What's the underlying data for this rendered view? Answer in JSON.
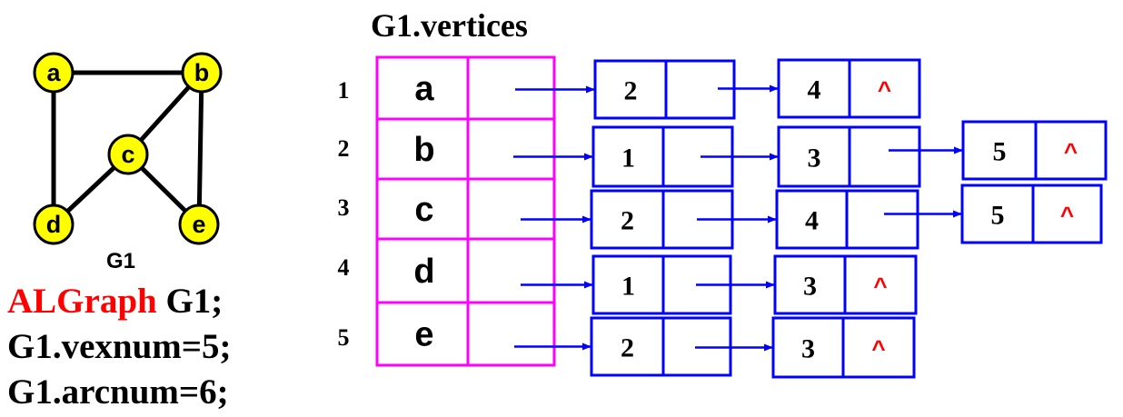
{
  "graph": {
    "name_label": "G1",
    "nodes": [
      {
        "id": "a",
        "label": "a"
      },
      {
        "id": "b",
        "label": "b"
      },
      {
        "id": "c",
        "label": "c"
      },
      {
        "id": "d",
        "label": "d"
      },
      {
        "id": "e",
        "label": "e"
      }
    ],
    "edges": [
      [
        "a",
        "b"
      ],
      [
        "a",
        "d"
      ],
      [
        "b",
        "c"
      ],
      [
        "b",
        "e"
      ],
      [
        "c",
        "d"
      ],
      [
        "c",
        "e"
      ]
    ],
    "node_fill": "#ffff00"
  },
  "code": {
    "line1_keyword": "ALGraph",
    "line1_rest": " G1;",
    "line2": "G1.vexnum=5;",
    "line3": "G1.arcnum=6;"
  },
  "vertices_title": "G1.vertices",
  "vertices": [
    {
      "index": "1",
      "data": "a",
      "arcs": [
        "2",
        "4"
      ]
    },
    {
      "index": "2",
      "data": "b",
      "arcs": [
        "1",
        "3",
        "5"
      ]
    },
    {
      "index": "3",
      "data": "c",
      "arcs": [
        "2",
        "4",
        "5"
      ]
    },
    {
      "index": "4",
      "data": "d",
      "arcs": [
        "1",
        "3"
      ]
    },
    {
      "index": "5",
      "data": "e",
      "arcs": [
        "2",
        "3"
      ]
    }
  ],
  "null_symbol": "^",
  "colors": {
    "head_border": "#ff00ff",
    "arc_border": "#0000ff",
    "arrow": "#0000ff",
    "null_symbol": "#ff0000",
    "keyword": "#ff0000"
  }
}
